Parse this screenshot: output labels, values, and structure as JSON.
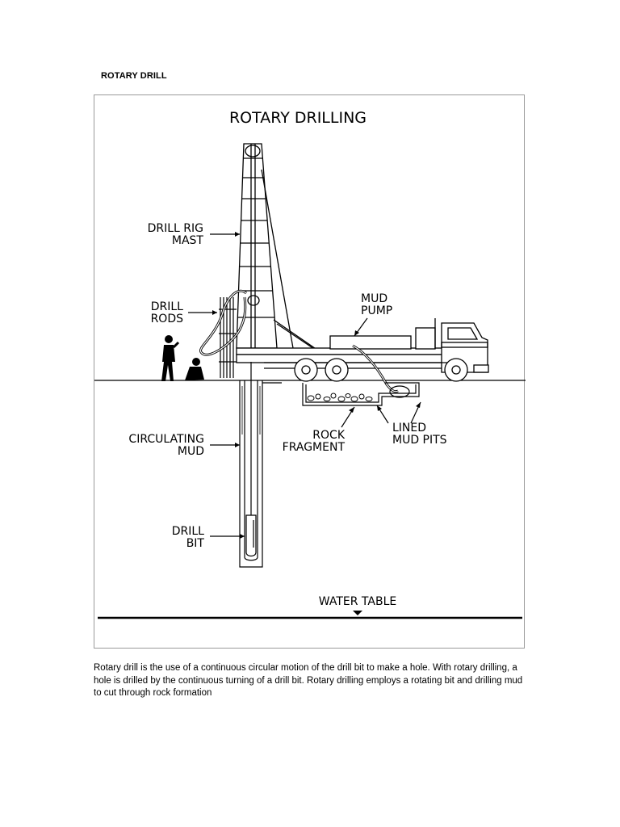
{
  "page": {
    "heading": "ROTARY DRILL",
    "caption": "Rotary drill is the use of a continuous circular motion of the drill bit to make a hole. With rotary drilling, a hole is drilled by the continuous turning of a drill bit. Rotary drilling employs a rotating bit and drilling mud to cut through rock formation"
  },
  "diagram": {
    "title": "ROTARY DRILLING",
    "labels": {
      "mast_1": "DRILL RIG",
      "mast_2": "MAST",
      "rods_1": "DRILL",
      "rods_2": "RODS",
      "pump_1": "MUD",
      "pump_2": "PUMP",
      "circ_1": "CIRCULATING",
      "circ_2": "MUD",
      "rock_1": "ROCK",
      "rock_2": "FRAGMENT",
      "pits_1": "LINED",
      "pits_2": "MUD PITS",
      "bit_1": "DRILL",
      "bit_2": "BIT",
      "water_table": "WATER TABLE"
    }
  }
}
